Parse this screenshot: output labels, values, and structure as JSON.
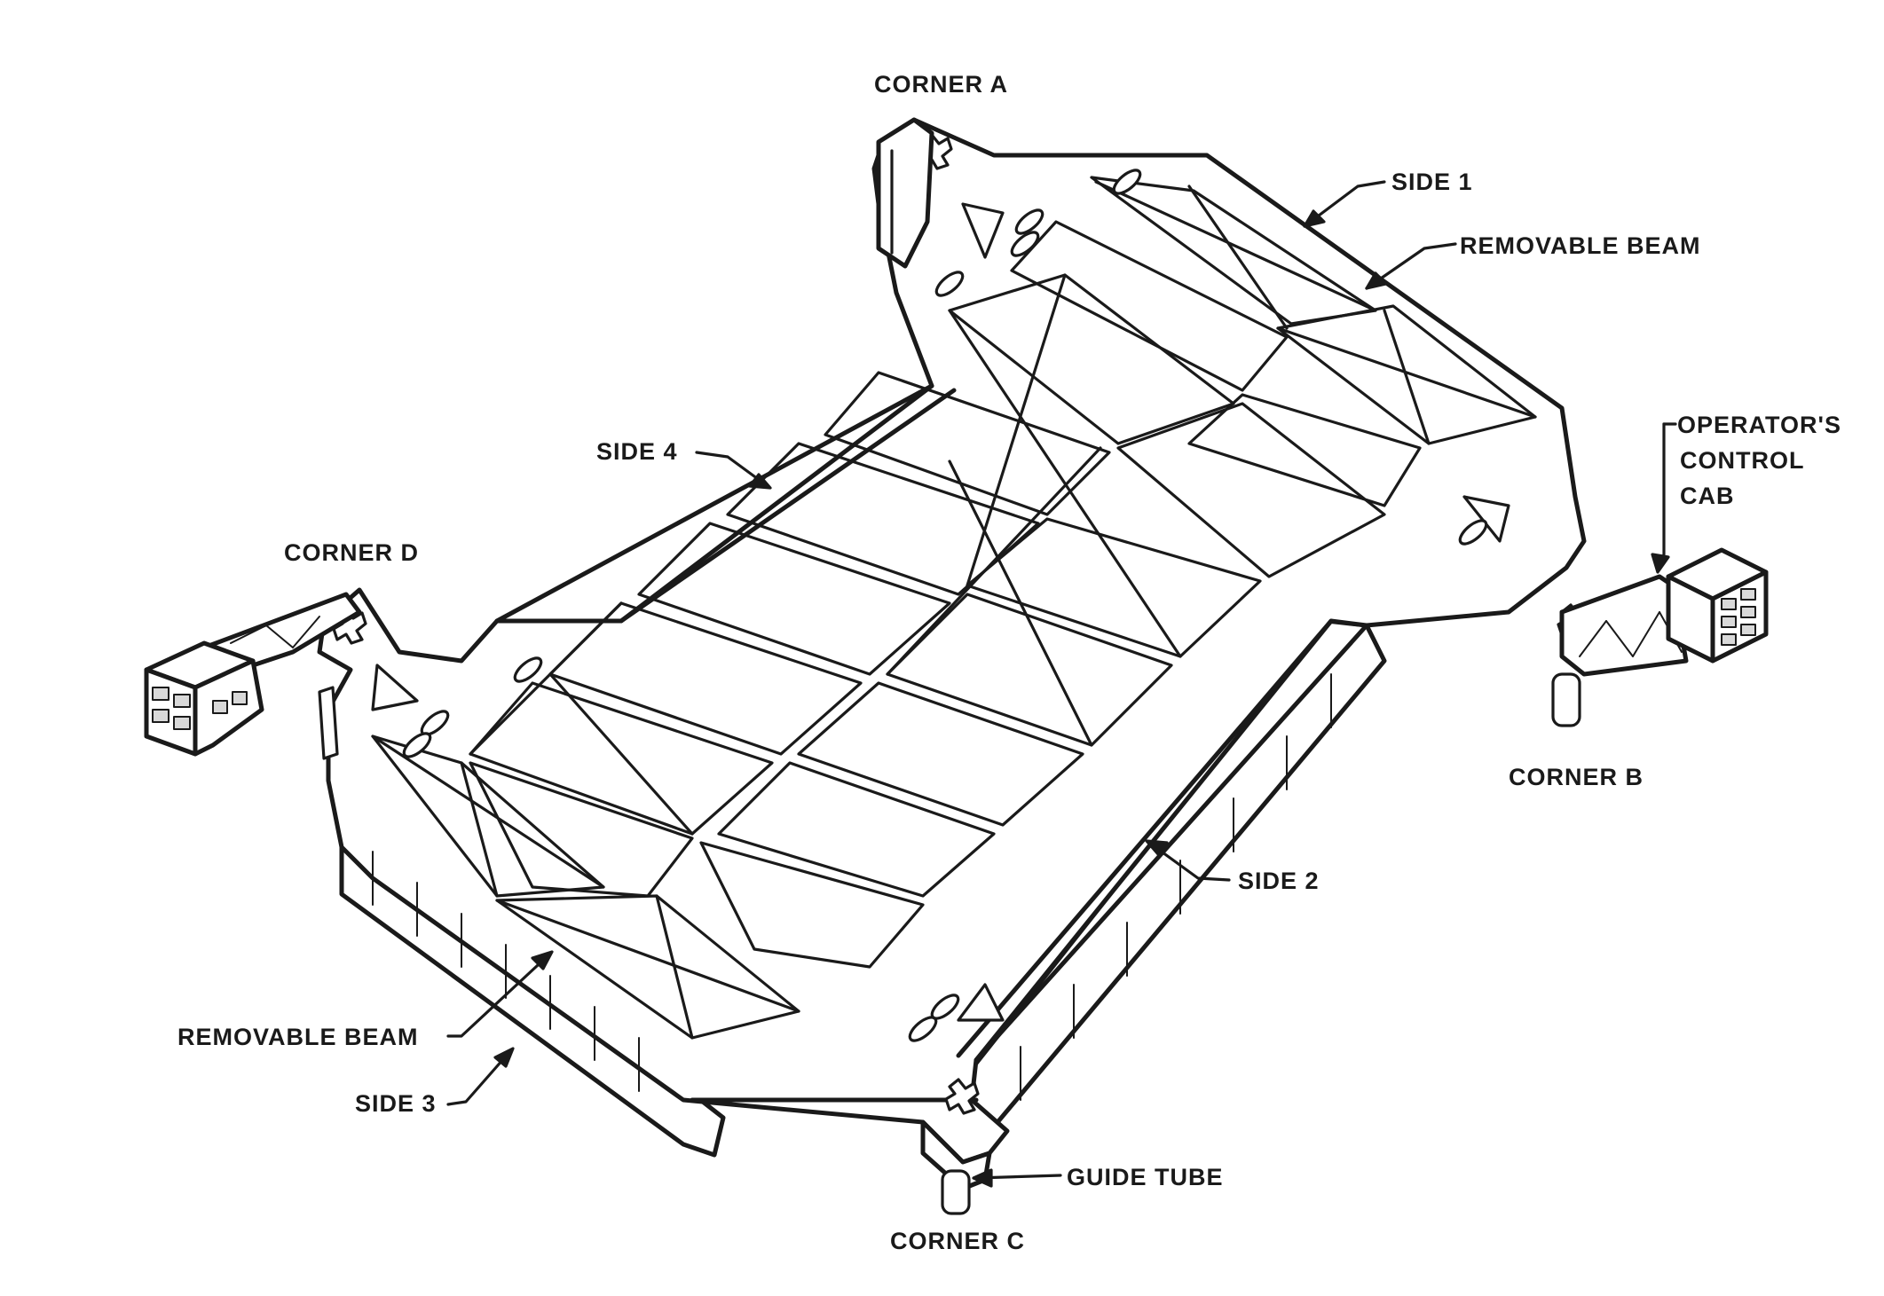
{
  "labels": {
    "corner_a": "CORNER A",
    "corner_b": "CORNER B",
    "corner_c": "CORNER C",
    "corner_d": "CORNER D",
    "side_1": "SIDE 1",
    "side_2": "SIDE 2",
    "side_3": "SIDE 3",
    "side_4": "SIDE 4",
    "removable_beam_top": "REMOVABLE BEAM",
    "removable_beam_bottom": "REMOVABLE BEAM",
    "operator_cab_line1": "OPERATOR'S",
    "operator_cab_line2": "CONTROL",
    "operator_cab_line3": "CAB",
    "guide_tube": "GUIDE TUBE"
  },
  "colors": {
    "ink": "#1a1a1a",
    "background": "#ffffff",
    "shade": "#d9d9d9"
  }
}
